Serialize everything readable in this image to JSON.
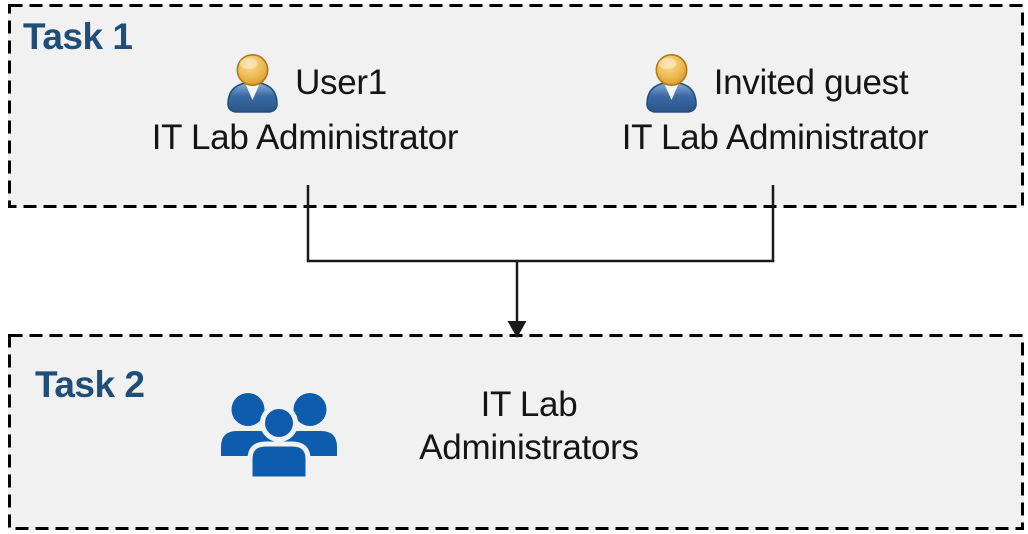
{
  "task1": {
    "label": "Task 1",
    "users": [
      {
        "name": "User1",
        "role": "IT Lab Administrator",
        "icon": "person-icon"
      },
      {
        "name": "Invited guest",
        "role": "IT Lab Administrator",
        "icon": "person-icon"
      }
    ]
  },
  "task2": {
    "label": "Task 2",
    "group": {
      "icon": "people-group-icon",
      "name_line1": "IT Lab",
      "name_line2": "Administrators"
    }
  },
  "connector": {
    "description": "lines from both Task 1 users merge and arrow points down into Task 2 group"
  },
  "colors": {
    "task_label": "#1F4E79",
    "box_fill": "#F1F1F2",
    "box_border": "#000000",
    "connector_line": "#1A1A1A",
    "text": "#151515",
    "group_icon_blue": "#0E5CAD",
    "person_head_gold": "#E2A637",
    "person_body_blue": "#3A6BA6"
  }
}
